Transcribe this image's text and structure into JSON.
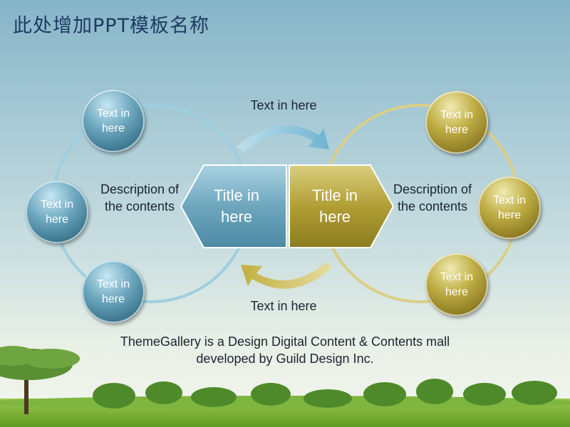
{
  "title": "此处增加PPT模板名称",
  "colors": {
    "blue": "#5fa3be",
    "gold": "#b4a33a"
  },
  "left_nodes": [
    "Text in\nhere",
    "Text in\nhere",
    "Text in\nhere"
  ],
  "right_nodes": [
    "Text in\nhere",
    "Text in\nhere",
    "Text in\nhere"
  ],
  "left_description": "Description of\nthe contents",
  "right_description": "Description of\nthe contents",
  "left_title": "Title in\nhere",
  "right_title": "Title in\nhere",
  "top_arrow_label": "Text in here",
  "bottom_arrow_label": "Text in here",
  "footer": "ThemeGallery is a Design Digital Content & Contents mall\ndeveloped by Guild Design Inc."
}
